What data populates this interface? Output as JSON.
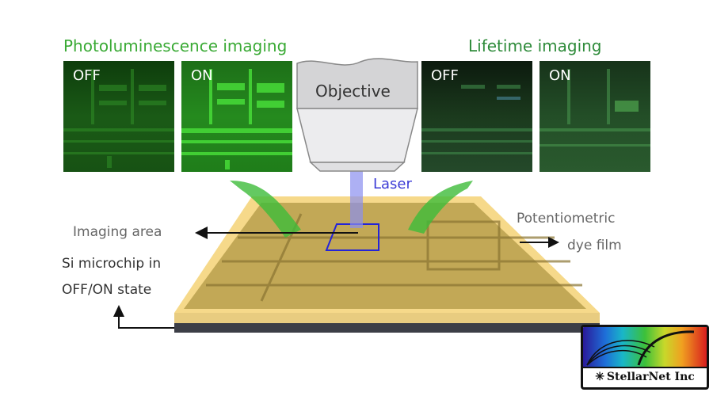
{
  "titles": {
    "pl": "Photoluminescence imaging",
    "lifetime": "Lifetime imaging"
  },
  "panels": [
    {
      "id": "pl-off",
      "label": "OFF",
      "group": "Photoluminescence imaging",
      "tint": "#1f6e1a"
    },
    {
      "id": "pl-on",
      "label": "ON",
      "group": "Photoluminescence imaging",
      "tint": "#2fb52a"
    },
    {
      "id": "lt-off",
      "label": "OFF",
      "group": "Lifetime imaging",
      "tint": "#15301a"
    },
    {
      "id": "lt-on",
      "label": "ON",
      "group": "Lifetime imaging",
      "tint": "#1f4a25"
    }
  ],
  "objective": {
    "label": "Objective"
  },
  "laser": {
    "label": "Laser",
    "color": "#3b3bd6"
  },
  "annotations": {
    "imaging_area": "Imaging area",
    "microchip_line1": "Si microchip in",
    "microchip_line2": "OFF/ON state",
    "dye_line1": "Potentiometric",
    "dye_line2": "dye film"
  },
  "logo": {
    "text": "StellarNet Inc"
  },
  "colors": {
    "pl_title": "#3aaa35",
    "lifetime_title": "#2e8b3a",
    "chip": "#c9b060",
    "film": "#f6d98a",
    "imaging_box": "#2424d8"
  }
}
